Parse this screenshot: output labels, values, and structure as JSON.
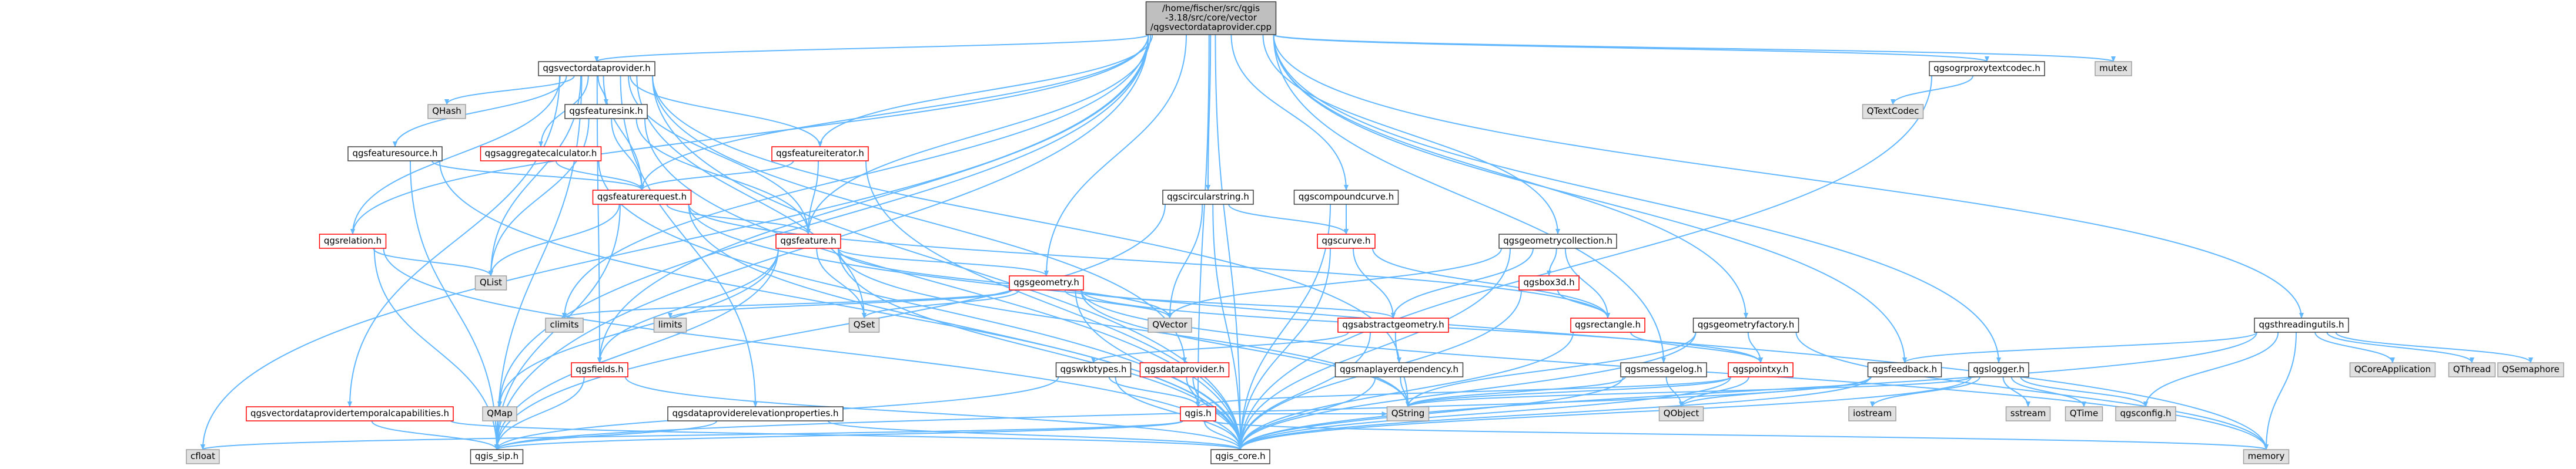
{
  "diagram": {
    "title_node": "root",
    "colors": {
      "edge": "#63b8ff",
      "node_border_default": "#404040",
      "node_border_highlight": "#ff0000",
      "node_fill_default": "#ffffff",
      "node_fill_system": "#e0e0e0",
      "node_fill_root": "#bfbfbf"
    },
    "nodes": [
      {
        "id": "root",
        "lines": [
          "/home/fischer/src/qgis",
          "-3.18/src/core/vector",
          "/qgsvectordataprovider.cpp"
        ],
        "style": "root"
      },
      {
        "id": "vdp_h",
        "lines": [
          "qgsvectordataprovider.h"
        ],
        "style": "default"
      },
      {
        "id": "ogrproxy",
        "lines": [
          "qgsogrproxytextcodec.h"
        ],
        "style": "default"
      },
      {
        "id": "mutex",
        "lines": [
          "mutex"
        ],
        "style": "system"
      },
      {
        "id": "qhash",
        "lines": [
          "QHash"
        ],
        "style": "system"
      },
      {
        "id": "featuresink",
        "lines": [
          "qgsfeaturesink.h"
        ],
        "style": "default"
      },
      {
        "id": "aggcalc",
        "lines": [
          "qgsaggregatecalculator.h"
        ],
        "style": "highlight"
      },
      {
        "id": "featureiter",
        "lines": [
          "qgsfeatureiterator.h"
        ],
        "style": "highlight"
      },
      {
        "id": "featuresource",
        "lines": [
          "qgsfeaturesource.h"
        ],
        "style": "default"
      },
      {
        "id": "featurerequest",
        "lines": [
          "qgsfeaturerequest.h"
        ],
        "style": "highlight"
      },
      {
        "id": "qtextcodec",
        "lines": [
          "QTextCodec"
        ],
        "style": "system"
      },
      {
        "id": "circularstring",
        "lines": [
          "qgscircularstring.h"
        ],
        "style": "default"
      },
      {
        "id": "compoundcurve",
        "lines": [
          "qgscompoundcurve.h"
        ],
        "style": "default"
      },
      {
        "id": "relation",
        "lines": [
          "qgsrelation.h"
        ],
        "style": "highlight"
      },
      {
        "id": "feature",
        "lines": [
          "qgsfeature.h"
        ],
        "style": "highlight"
      },
      {
        "id": "curve",
        "lines": [
          "qgscurve.h"
        ],
        "style": "highlight"
      },
      {
        "id": "geomcollection",
        "lines": [
          "qgsgeometrycollection.h"
        ],
        "style": "default"
      },
      {
        "id": "qlist",
        "lines": [
          "QList"
        ],
        "style": "system"
      },
      {
        "id": "geometry",
        "lines": [
          "qgsgeometry.h"
        ],
        "style": "highlight"
      },
      {
        "id": "box3d",
        "lines": [
          "qgsbox3d.h"
        ],
        "style": "highlight"
      },
      {
        "id": "climits",
        "lines": [
          "climits"
        ],
        "style": "system"
      },
      {
        "id": "limits",
        "lines": [
          "limits"
        ],
        "style": "system"
      },
      {
        "id": "qset",
        "lines": [
          "QSet"
        ],
        "style": "system"
      },
      {
        "id": "qvector",
        "lines": [
          "QVector"
        ],
        "style": "system"
      },
      {
        "id": "abstractgeom",
        "lines": [
          "qgsabstractgeometry.h"
        ],
        "style": "highlight"
      },
      {
        "id": "rectangle",
        "lines": [
          "qgsrectangle.h"
        ],
        "style": "highlight"
      },
      {
        "id": "geomfactory",
        "lines": [
          "qgsgeometryfactory.h"
        ],
        "style": "default"
      },
      {
        "id": "threadingutils",
        "lines": [
          "qgsthreadingutils.h"
        ],
        "style": "default"
      },
      {
        "id": "fields",
        "lines": [
          "qgsfields.h"
        ],
        "style": "highlight"
      },
      {
        "id": "wkbtypes",
        "lines": [
          "qgswkbtypes.h"
        ],
        "style": "default"
      },
      {
        "id": "dataprovider",
        "lines": [
          "qgsdataprovider.h"
        ],
        "style": "highlight"
      },
      {
        "id": "maplayerdep",
        "lines": [
          "qgsmaplayerdependency.h"
        ],
        "style": "default"
      },
      {
        "id": "messagelog",
        "lines": [
          "qgsmessagelog.h"
        ],
        "style": "default"
      },
      {
        "id": "pointxy",
        "lines": [
          "qgspointxy.h"
        ],
        "style": "highlight"
      },
      {
        "id": "feedback",
        "lines": [
          "qgsfeedback.h"
        ],
        "style": "default"
      },
      {
        "id": "logger",
        "lines": [
          "qgslogger.h"
        ],
        "style": "default"
      },
      {
        "id": "qcoreapp",
        "lines": [
          "QCoreApplication"
        ],
        "style": "system"
      },
      {
        "id": "qthread",
        "lines": [
          "QThread"
        ],
        "style": "system"
      },
      {
        "id": "qsemaphore",
        "lines": [
          "QSemaphore"
        ],
        "style": "system"
      },
      {
        "id": "vdptemporal",
        "lines": [
          "qgsvectordataprovidertemporalcapabilities.h"
        ],
        "style": "highlight"
      },
      {
        "id": "qmap",
        "lines": [
          "QMap"
        ],
        "style": "system"
      },
      {
        "id": "elevprops",
        "lines": [
          "qgsdataproviderelevationproperties.h"
        ],
        "style": "default"
      },
      {
        "id": "qgis_h",
        "lines": [
          "qgis.h"
        ],
        "style": "highlight"
      },
      {
        "id": "qstring",
        "lines": [
          "QString"
        ],
        "style": "system"
      },
      {
        "id": "qobject",
        "lines": [
          "QObject"
        ],
        "style": "system"
      },
      {
        "id": "iostream",
        "lines": [
          "iostream"
        ],
        "style": "system"
      },
      {
        "id": "sstream",
        "lines": [
          "sstream"
        ],
        "style": "system"
      },
      {
        "id": "qtime",
        "lines": [
          "QTime"
        ],
        "style": "system"
      },
      {
        "id": "qgsconfig",
        "lines": [
          "qgsconfig.h"
        ],
        "style": "system"
      },
      {
        "id": "cfloat",
        "lines": [
          "cfloat"
        ],
        "style": "system"
      },
      {
        "id": "qgis_sip",
        "lines": [
          "qgis_sip.h"
        ],
        "style": "default"
      },
      {
        "id": "qgis_core",
        "lines": [
          "qgis_core.h"
        ],
        "style": "default"
      },
      {
        "id": "memory",
        "lines": [
          "memory"
        ],
        "style": "system"
      }
    ],
    "edges": [
      [
        "root",
        "vdp_h"
      ],
      [
        "root",
        "ogrproxy"
      ],
      [
        "root",
        "mutex"
      ],
      [
        "root",
        "featureiter"
      ],
      [
        "root",
        "featurerequest"
      ],
      [
        "root",
        "circularstring"
      ],
      [
        "root",
        "compoundcurve"
      ],
      [
        "root",
        "feature"
      ],
      [
        "root",
        "geomcollection"
      ],
      [
        "root",
        "geometry"
      ],
      [
        "root",
        "relation"
      ],
      [
        "root",
        "geomfactory"
      ],
      [
        "root",
        "threadingutils"
      ],
      [
        "root",
        "messagelog"
      ],
      [
        "root",
        "feedback"
      ],
      [
        "root",
        "logger"
      ],
      [
        "root",
        "fields"
      ],
      [
        "root",
        "qgis_sip"
      ],
      [
        "root",
        "qgis_core"
      ],
      [
        "root",
        "cfloat"
      ],
      [
        "root",
        "climits"
      ],
      [
        "root",
        "qgis_h"
      ],
      [
        "root",
        "qmap"
      ],
      [
        "vdp_h",
        "qhash"
      ],
      [
        "vdp_h",
        "featuresink"
      ],
      [
        "vdp_h",
        "aggcalc"
      ],
      [
        "vdp_h",
        "featuresource"
      ],
      [
        "vdp_h",
        "featureiter"
      ],
      [
        "vdp_h",
        "featurerequest"
      ],
      [
        "vdp_h",
        "feature"
      ],
      [
        "vdp_h",
        "relation"
      ],
      [
        "vdp_h",
        "dataprovider"
      ],
      [
        "vdp_h",
        "maplayerdep"
      ],
      [
        "vdp_h",
        "vdptemporal"
      ],
      [
        "vdp_h",
        "elevprops"
      ],
      [
        "vdp_h",
        "qlist"
      ],
      [
        "vdp_h",
        "qset"
      ],
      [
        "vdp_h",
        "qgis_sip"
      ],
      [
        "vdp_h",
        "qgis_core"
      ],
      [
        "vdp_h",
        "fields"
      ],
      [
        "featuresink",
        "featurerequest"
      ],
      [
        "featuresink",
        "feature"
      ],
      [
        "featuresink",
        "qlist"
      ],
      [
        "featuresink",
        "qgis_core"
      ],
      [
        "aggcalc",
        "featurerequest"
      ],
      [
        "aggcalc",
        "qgis_core"
      ],
      [
        "featureiter",
        "featurerequest"
      ],
      [
        "featureiter",
        "feature"
      ],
      [
        "featureiter",
        "qgis_core"
      ],
      [
        "featuresource",
        "featurerequest"
      ],
      [
        "featuresource",
        "qgis_sip"
      ],
      [
        "featuresource",
        "qgis_core"
      ],
      [
        "featurerequest",
        "feature"
      ],
      [
        "featurerequest",
        "qlist"
      ],
      [
        "featurerequest",
        "rectangle"
      ],
      [
        "featurerequest",
        "qgis_core"
      ],
      [
        "featurerequest",
        "qgis_sip"
      ],
      [
        "featurerequest",
        "memory"
      ],
      [
        "ogrproxy",
        "qtextcodec"
      ],
      [
        "ogrproxy",
        "qgis_core"
      ],
      [
        "circularstring",
        "curve"
      ],
      [
        "circularstring",
        "qvector"
      ],
      [
        "circularstring",
        "qgis_core"
      ],
      [
        "circularstring",
        "qgis_sip"
      ],
      [
        "compoundcurve",
        "curve"
      ],
      [
        "compoundcurve",
        "qgis_core"
      ],
      [
        "relation",
        "qlist"
      ],
      [
        "relation",
        "qgis_core"
      ],
      [
        "relation",
        "qgis_sip"
      ],
      [
        "feature",
        "geometry"
      ],
      [
        "feature",
        "fields"
      ],
      [
        "feature",
        "qvector"
      ],
      [
        "feature",
        "qset"
      ],
      [
        "feature",
        "qmap"
      ],
      [
        "feature",
        "qgis_core"
      ],
      [
        "feature",
        "qgis_sip"
      ],
      [
        "feature",
        "qstring"
      ],
      [
        "curve",
        "abstractgeom"
      ],
      [
        "curve",
        "rectangle"
      ],
      [
        "curve",
        "qgis_core"
      ],
      [
        "geomcollection",
        "abstractgeom"
      ],
      [
        "geomcollection",
        "box3d"
      ],
      [
        "geomcollection",
        "rectangle"
      ],
      [
        "geomcollection",
        "qvector"
      ],
      [
        "geomcollection",
        "qgis_core"
      ],
      [
        "geometry",
        "abstractgeom"
      ],
      [
        "geometry",
        "pointxy"
      ],
      [
        "geometry",
        "climits"
      ],
      [
        "geometry",
        "limits"
      ],
      [
        "geometry",
        "qset"
      ],
      [
        "geometry",
        "qvector"
      ],
      [
        "geometry",
        "qgis_core"
      ],
      [
        "geometry",
        "qstring"
      ],
      [
        "geometry",
        "memory"
      ],
      [
        "box3d",
        "rectangle"
      ],
      [
        "box3d",
        "qgis_core"
      ],
      [
        "abstractgeom",
        "wkbtypes"
      ],
      [
        "abstractgeom",
        "qgis_core"
      ],
      [
        "abstractgeom",
        "qstring"
      ],
      [
        "rectangle",
        "pointxy"
      ],
      [
        "rectangle",
        "qgis_core"
      ],
      [
        "geomfactory",
        "pointxy"
      ],
      [
        "geomfactory",
        "qgis_core"
      ],
      [
        "geomfactory",
        "qstring"
      ],
      [
        "geomfactory",
        "memory"
      ],
      [
        "threadingutils",
        "feedback"
      ],
      [
        "threadingutils",
        "qcoreapp"
      ],
      [
        "threadingutils",
        "qthread"
      ],
      [
        "threadingutils",
        "qsemaphore"
      ],
      [
        "threadingutils",
        "qgis_core"
      ],
      [
        "threadingutils",
        "qgsconfig"
      ],
      [
        "threadingutils",
        "memory"
      ],
      [
        "fields",
        "qgis_sip"
      ],
      [
        "fields",
        "qgis_core"
      ],
      [
        "wkbtypes",
        "qgis_sip"
      ],
      [
        "wkbtypes",
        "qgis_core"
      ],
      [
        "wkbtypes",
        "qgis_h"
      ],
      [
        "dataprovider",
        "qgis_core"
      ],
      [
        "dataprovider",
        "qgis_h"
      ],
      [
        "maplayerdep",
        "qgis_core"
      ],
      [
        "maplayerdep",
        "qstring"
      ],
      [
        "messagelog",
        "qgis_core"
      ],
      [
        "messagelog",
        "qobject"
      ],
      [
        "messagelog",
        "qstring"
      ],
      [
        "pointxy",
        "qgis_core"
      ],
      [
        "pointxy",
        "qstring"
      ],
      [
        "pointxy",
        "qgis_h"
      ],
      [
        "pointxy",
        "qobject"
      ],
      [
        "feedback",
        "qgis_core"
      ],
      [
        "feedback",
        "qobject"
      ],
      [
        "feedback",
        "qgis_sip"
      ],
      [
        "logger",
        "iostream"
      ],
      [
        "logger",
        "sstream"
      ],
      [
        "logger",
        "qtime"
      ],
      [
        "logger",
        "qgsconfig"
      ],
      [
        "logger",
        "qgis_core"
      ],
      [
        "logger",
        "qstring"
      ],
      [
        "vdptemporal",
        "qgis_core"
      ],
      [
        "vdptemporal",
        "qgis_sip"
      ],
      [
        "elevprops",
        "qgis_core"
      ],
      [
        "elevprops",
        "qgis_sip"
      ],
      [
        "qgis_h",
        "qgis_sip"
      ],
      [
        "qgis_h",
        "qgis_core"
      ],
      [
        "qgis_h",
        "cfloat"
      ],
      [
        "qgis_h",
        "memory"
      ],
      [
        "qgis_h",
        "qstring"
      ]
    ]
  }
}
